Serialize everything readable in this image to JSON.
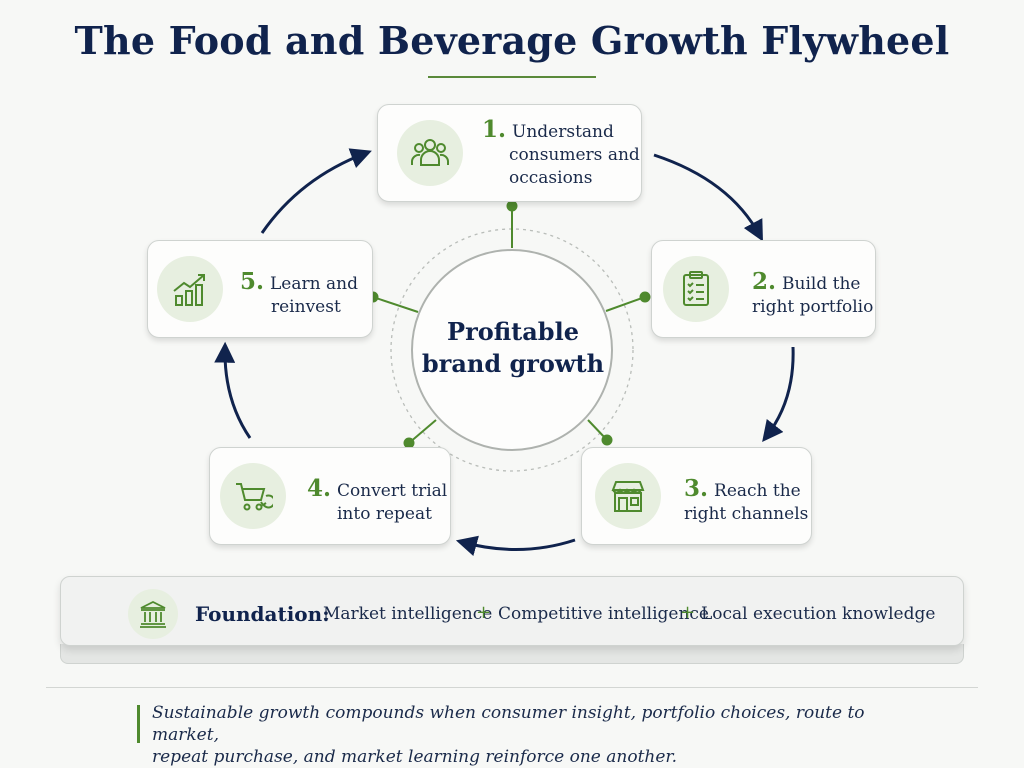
{
  "title": "The Food and Beverage Growth Flywheel",
  "hub": {
    "line1": "Profitable",
    "line2": "brand growth"
  },
  "steps": [
    {
      "number": "1.",
      "lines": [
        "Understand",
        "consumers and",
        "occasions"
      ],
      "icon": "people-icon"
    },
    {
      "number": "2.",
      "lines": [
        "Build the",
        "right portfolio"
      ],
      "icon": "clipboard-checklist-icon"
    },
    {
      "number": "3.",
      "lines": [
        "Reach the",
        "right channels"
      ],
      "icon": "storefront-icon"
    },
    {
      "number": "4.",
      "lines": [
        "Convert trial",
        "into repeat"
      ],
      "icon": "cart-repeat-icon"
    },
    {
      "number": "5.",
      "lines": [
        "Learn and",
        "reinvest"
      ],
      "icon": "growth-chart-icon"
    }
  ],
  "foundation": {
    "label": "Foundation:",
    "items": [
      "Market intelligence",
      "Competitive intelligence",
      "Local execution knowledge"
    ],
    "separator": "+",
    "icon": "institution-icon"
  },
  "quote": {
    "line1": "Sustainable growth compounds when consumer insight, portfolio choices, route to market,",
    "line2": "repeat purchase, and market learning reinforce one another."
  },
  "colors": {
    "navy": "#10234d",
    "green": "#4f8a2e",
    "icon_bg": "#e7efe0"
  }
}
